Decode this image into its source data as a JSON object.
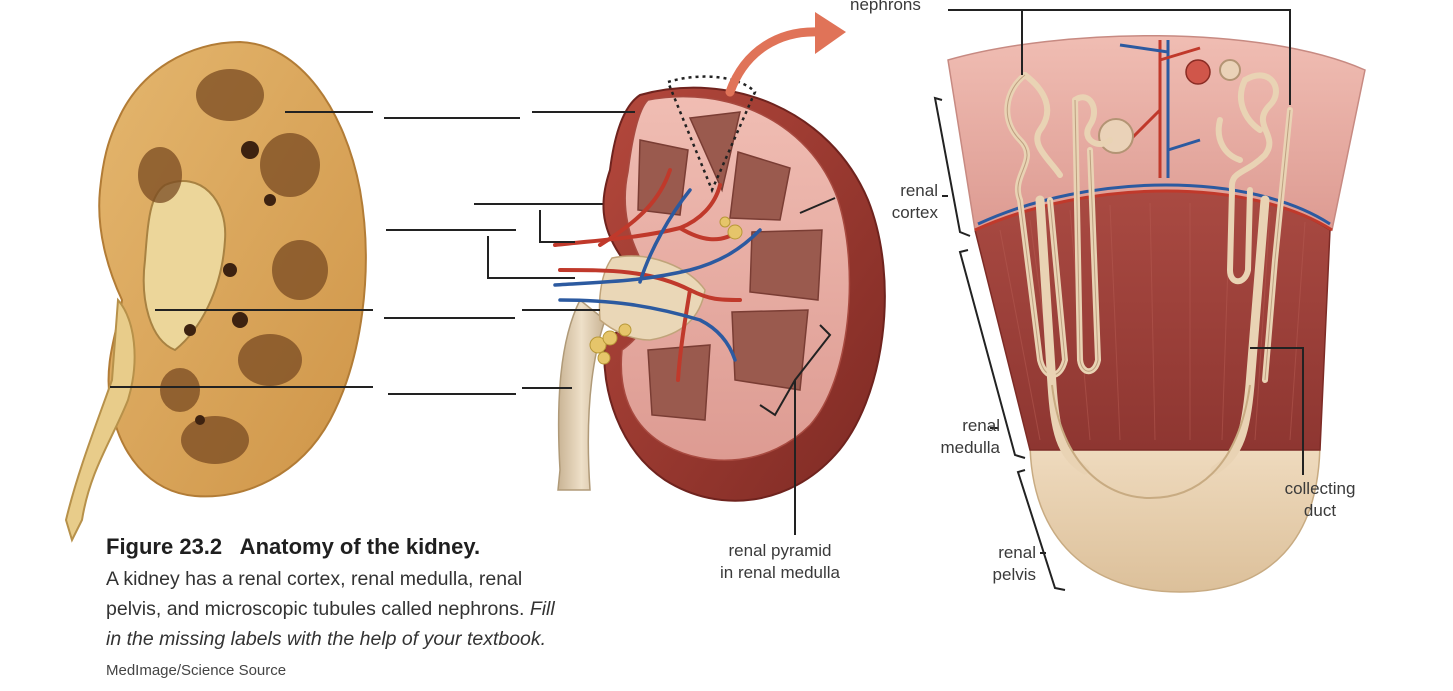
{
  "labels": {
    "nephrons": "nephrons",
    "renal_cortex_1": "renal",
    "renal_cortex_2": "cortex",
    "renal_medulla_1": "renal",
    "renal_medulla_2": "medulla",
    "renal_pelvis_1": "renal",
    "renal_pelvis_2": "pelvis",
    "collecting_duct_1": "collecting",
    "collecting_duct_2": "duct",
    "renal_pyramid_1": "renal pyramid",
    "renal_pyramid_2": "in renal medulla"
  },
  "caption": {
    "figure_title": "Figure 23.2   Anatomy of the kidney.",
    "line1": "A kidney has a renal cortex, renal medulla, renal",
    "line2_plain": "pelvis, and microscopic tubules called nephrons. ",
    "line2_italic": "Fill",
    "line3_italic": "in the missing labels with the help of your textbook.",
    "credit": "MedImage/Science Source"
  },
  "colors": {
    "photo_tan": "#d9a35a",
    "photo_dark": "#6b3d1c",
    "kidney_red": "#9e3b32",
    "cortex_pink": "#e4a9a1",
    "medulla_red": "#a2443d",
    "pelvis_cream": "#e9d3b4",
    "artery": "#c0392b",
    "vein": "#2c5aa0",
    "arrow": "#e07358"
  }
}
